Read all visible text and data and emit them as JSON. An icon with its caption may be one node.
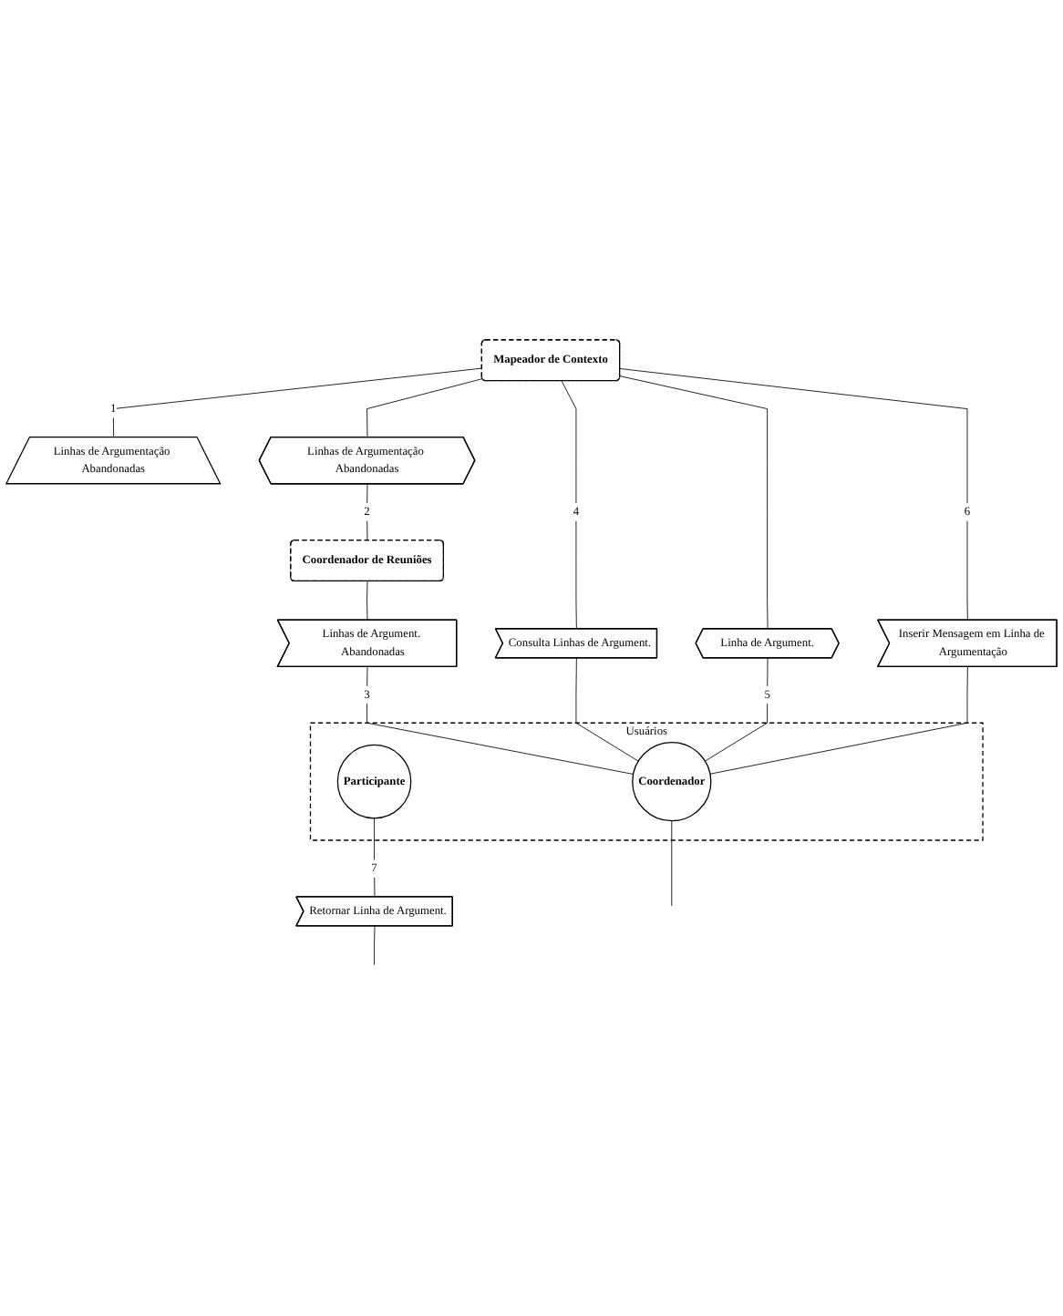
{
  "diagram": {
    "nodes": [
      {
        "text": [
          "Mapeador de Contexto"
        ]
      },
      {
        "text": [
          "Coordenador de Reuniões"
        ]
      },
      {
        "text": [
          "Usuários"
        ]
      },
      {
        "text": [
          "Coordenador"
        ],
        "in": 2
      },
      {
        "text": [
          "Participante"
        ],
        "in": 2
      },
      {
        "text": [
          "Linhas de Argumentação Abandonadas"
        ]
      },
      {
        "text": [
          "Linhas de Argumentação Abandonadas"
        ]
      },
      {
        "text": [
          "Inserir Mensagem em Linha de Argumentação"
        ]
      },
      {
        "text": [
          "Consulta Linhas de Argument."
        ]
      },
      {
        "text": [
          "Linha de Argument."
        ]
      },
      {
        "text": [
          "Linhas de Argument. Abandonadas"
        ]
      },
      {
        "text": [
          "Retornar Linha de Argument."
        ]
      }
    ],
    "edges": [
      {
        "from": 0,
        "to": 5,
        "arrow": "none",
        "label": "1"
      },
      {
        "from": 0,
        "to": 6,
        "arrow": "none"
      },
      {
        "from": 6,
        "to": 1,
        "arrow": "none",
        "label": "2"
      },
      {
        "from": 1,
        "to": 10,
        "arrow": "none"
      },
      {
        "from": 10,
        "to": 3,
        "arrow": "none",
        "label": "3"
      },
      {
        "from": 0,
        "to": 8,
        "arrow": "none",
        "label": "4"
      },
      {
        "from": 8,
        "to": 3,
        "arrow": "none"
      },
      {
        "from": 0,
        "to": 9,
        "arrow": "none"
      },
      {
        "from": 9,
        "to": 3,
        "arrow": "none",
        "label": "5"
      },
      {
        "from": 0,
        "to": 7,
        "arrow": "none",
        "label": "6"
      },
      {
        "from": 7,
        "to": 3,
        "arrow": "none"
      },
      {
        "from": 3,
        "to": null,
        "arrow": "none"
      },
      {
        "from": 4,
        "to": 11,
        "arrow": "none",
        "label": "7"
      },
      {
        "from": 11,
        "to": null,
        "arrow": "none"
      }
    ]
  }
}
